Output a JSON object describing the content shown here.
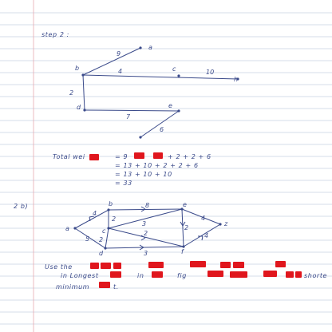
{
  "colors": {
    "ink": "#3a4a8a",
    "rule": "#c8d0e0",
    "margin": "#e6aab0",
    "redaction": "#e0161d"
  },
  "step_heading": "step 2 :",
  "tree_sketch": {
    "vertex_labels": {
      "a": "a",
      "b": "b",
      "c": "c",
      "d": "d",
      "e": "e",
      "h": "h"
    },
    "edge_weights": {
      "b_a": "9",
      "b_c": "4",
      "c_h": "10",
      "b_d": "2",
      "d_e": "7",
      "lower": "6"
    }
  },
  "total_weight": {
    "label": "Total wei",
    "line1": "= 9",
    "line1_tail": "+ 2 + 2 + 6",
    "line2": "= 13 + 10 + 2 + 2 + 6",
    "line3": "= 13 + 10 + 10",
    "line4": "= 33"
  },
  "part_label": "2 b)",
  "network": {
    "vertex_labels": {
      "a": "a",
      "b": "b",
      "c": "c",
      "d": "d",
      "e": "e",
      "f": "f",
      "z": "z"
    },
    "edge_weights": {
      "a_b": "4",
      "a_d": "5",
      "b_e": "8",
      "b_c": "2",
      "c_e": "3",
      "c_d": "2",
      "c_f": "2",
      "d_f": "3",
      "e_f": "2",
      "e_z": "4",
      "f_z": "4"
    }
  },
  "instructions": {
    "line1_start": "Use the",
    "line2_start": "in Longest",
    "line2_mid": "in",
    "line2_word": "fig",
    "line2_end": "shorte",
    "line3_start": "minimum",
    "line3_end": "t."
  }
}
